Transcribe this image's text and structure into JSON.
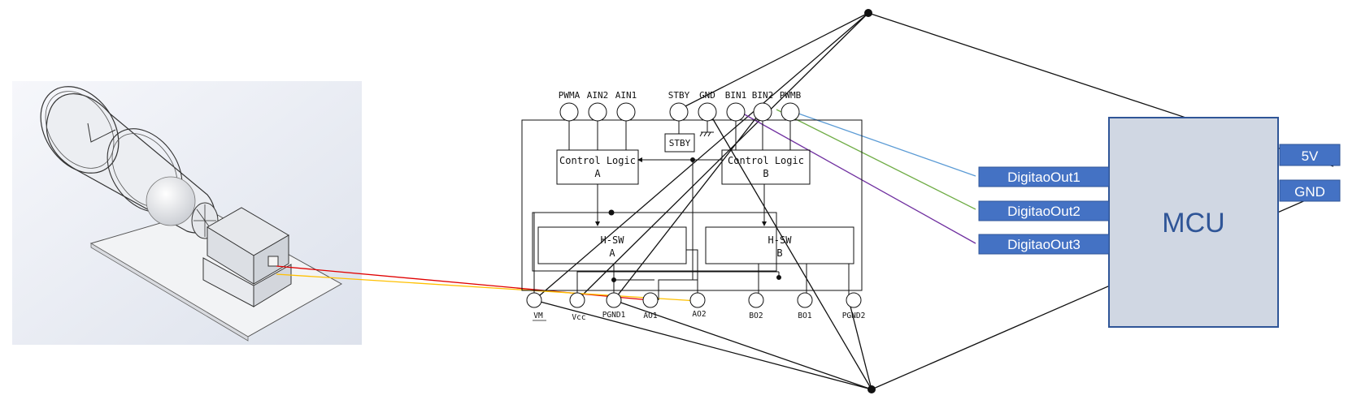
{
  "driver": {
    "top_pins": [
      "PWMA",
      "AIN2",
      "AIN1",
      "STBY",
      "GND",
      "BIN1",
      "BIN2",
      "PWMB"
    ],
    "stby_box": "STBY",
    "control_logic_a": {
      "line1": "Control Logic",
      "line2": "A"
    },
    "control_logic_b": {
      "line1": "Control Logic",
      "line2": "B"
    },
    "hsw_a": {
      "line1": "H-SW",
      "line2": "A"
    },
    "hsw_b": {
      "line1": "H-SW",
      "line2": "B"
    },
    "bottom_pins": [
      "VM",
      "Vcc",
      "PGND1",
      "AO1",
      "AO2",
      "BO2",
      "BO1",
      "PGND2"
    ]
  },
  "mcu": {
    "label": "MCU",
    "outputs": [
      "DigitaoOut1",
      "DigitaoOut2",
      "DigitaoOut3"
    ],
    "power": [
      "5V",
      "GND"
    ]
  },
  "colors": {
    "io_box": "#4472c4",
    "mcu_fill": "#d0d7e3",
    "mcu_border": "#2f5597",
    "wire_blue": "#5b9bd5",
    "wire_green": "#70ad47",
    "wire_purple": "#7030a0",
    "wire_red": "#e00000",
    "wire_yellow": "#ffc000"
  }
}
